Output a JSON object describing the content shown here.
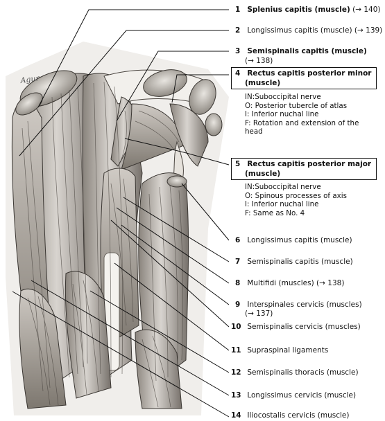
{
  "labels": [
    {
      "num": "1",
      "name": "Splenius capitis (muscle)",
      "ref": " (→ 140)",
      "bold": true
    },
    {
      "num": "2",
      "name": "Longissimus capitis (muscle)",
      "ref": " (→ 139)",
      "bold": false
    },
    {
      "num": "3",
      "name": "Semispinalis capitis (muscle)",
      "ref": "",
      "ref_line2": "(→ 138)",
      "bold": true
    },
    {
      "num": "4",
      "name": "Rectus capitis posterior minor",
      "name_line2": "(muscle)",
      "bold": true,
      "boxed": true,
      "details": [
        "IN:Suboccipital nerve",
        "O:  Posterior tubercle of atlas",
        "I:   Inferior nuchal line",
        "F:  Rotation and extension of the",
        "      head"
      ]
    },
    {
      "num": "5",
      "name": "Rectus capitis posterior major",
      "name_line2": "(muscle)",
      "bold": true,
      "boxed": true,
      "details": [
        "IN:Suboccipital nerve",
        "O:  Spinous processes of axis",
        "I:   Inferior nuchal line",
        "F:  Same as No. 4"
      ]
    },
    {
      "num": "6",
      "name": "Longissimus capitis (muscle)",
      "ref": "",
      "bold": false
    },
    {
      "num": "7",
      "name": "Semispinalis capitis (muscle)",
      "ref": "",
      "bold": false
    },
    {
      "num": "8",
      "name": "Multifidi (muscles)",
      "ref": " (→ 138)",
      "bold": false
    },
    {
      "num": "9",
      "name": "Interspinales cervicis (muscles)",
      "ref": "",
      "ref_line2": "(→ 137)",
      "bold": false
    },
    {
      "num": "10",
      "name": "Semispinalis cervicis (muscles)",
      "ref": "",
      "bold": false
    },
    {
      "num": "11",
      "name": "Supraspinal ligaments",
      "ref": "",
      "bold": false
    },
    {
      "num": "12",
      "name": "Semispinalis thoracis (muscle)",
      "ref": "",
      "bold": false
    },
    {
      "num": "13",
      "name": "Longissimus cervicis (muscle)",
      "ref": "",
      "bold": false
    },
    {
      "num": "14",
      "name": "Iliocostalis cervicis (muscle)",
      "ref": "",
      "bold": false
    }
  ],
  "signature": "Agur",
  "colors": {
    "ink": "#111111",
    "muscle_light": "#e9e6e2",
    "muscle_mid": "#b9b4ae",
    "muscle_dark": "#5e5953",
    "bone": "#f2f0ec"
  }
}
